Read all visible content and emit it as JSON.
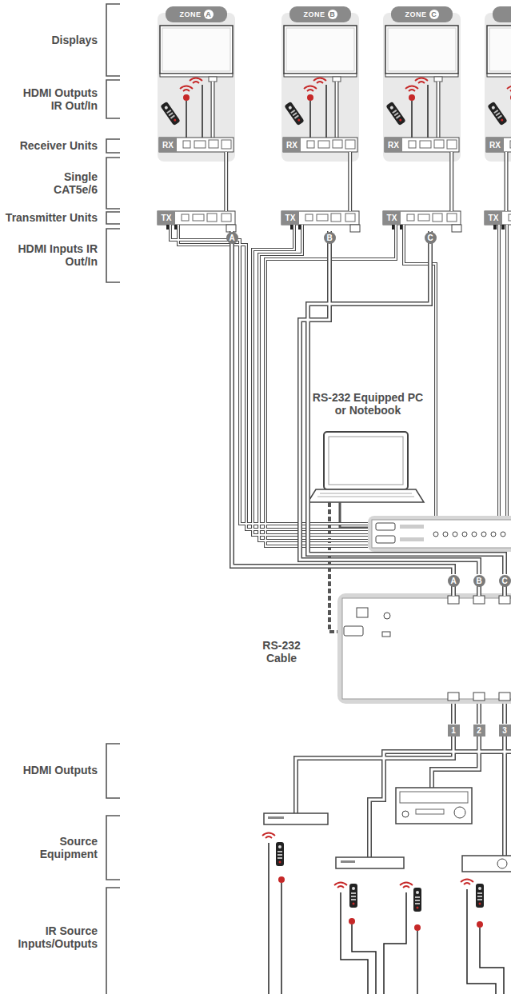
{
  "diagram": {
    "nodes": [
      {
        "text": [
          "ZONE",
          "A"
        ]
      },
      {
        "text": [
          "RX"
        ],
        "in": 0
      },
      {
        "text": [
          "ZONE",
          "B"
        ]
      },
      {
        "text": [
          "RX"
        ],
        "in": 2
      },
      {
        "text": [
          "ZONE",
          "C"
        ]
      },
      {
        "text": [
          "RX"
        ],
        "in": 4
      },
      {
        "text": [
          "RX"
        ]
      },
      {
        "text": [
          "TX"
        ]
      },
      {
        "text": [
          "TX"
        ]
      },
      {
        "text": [
          "TX"
        ]
      },
      {
        "text": [
          "TX"
        ]
      }
    ],
    "edges": [
      {
        "from": 1,
        "to": 7,
        "arrow": "none"
      },
      {
        "from": 3,
        "to": 8,
        "arrow": "none"
      },
      {
        "from": 5,
        "to": 9,
        "arrow": "none"
      },
      {
        "from": 6,
        "to": 10,
        "arrow": "none"
      }
    ],
    "labels": [
      "Displays",
      "HDMI Outputs IR Out/In",
      "Receiver Units",
      "Single CAT5e/6",
      "Transmitter Units",
      "HDMI Inputs IR Out/In",
      "A",
      "B",
      "C",
      "RS-232 Equipped PC or Notebook",
      "A",
      "B",
      "C",
      "RS-232 Cable",
      "1",
      "2",
      "3",
      "HDMI Outputs",
      "Source Equipment",
      "IR Source Inputs/Outputs"
    ]
  }
}
